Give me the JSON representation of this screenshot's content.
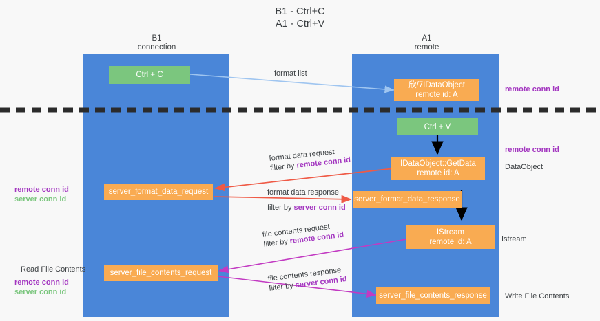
{
  "title": "B1 - Ctrl+C\nA1 - Ctrl+V",
  "columns": [
    {
      "name": "b1",
      "header": "B1\nconnection"
    },
    {
      "name": "a1",
      "header": "A1\nremote"
    }
  ],
  "nodes": {
    "ctrl_c": "Ctrl + C",
    "idataobject_top": "欣/7IDataObject\nremote id: A",
    "ctrl_v": "Ctrl + V",
    "getdata": "IDataObject::GetData\nremote id: A",
    "server_format_data_request": "server_format_data_request",
    "server_format_data_response": "server_format_data_response",
    "istream": "IStream\nremote id: A",
    "server_file_contents_request": "server_file_contents_request",
    "server_file_contents_response": "server_file_contents_response"
  },
  "edge_labels": {
    "format_list": "format list",
    "format_data_request": "format data request",
    "format_data_request_filter_prefix": "filter by ",
    "format_data_request_filter_key": "remote conn id",
    "format_data_response": "format data response",
    "format_data_response_filter_prefix": "filter by ",
    "format_data_response_filter_key": "server conn id",
    "file_contents_request": "file contents request",
    "file_contents_request_filter_prefix": "filter by ",
    "file_contents_request_filter_key": "remote conn id",
    "file_contents_response": "file contents response",
    "file_contents_response_filter_prefix": "filter by ",
    "file_contents_response_filter_key": "server conn id"
  },
  "side_labels": {
    "right_remote_conn_id_top": "remote conn id",
    "right_remote_conn_id_mid": "remote conn id",
    "right_dataobject": "DataObject",
    "right_istream": "Istream",
    "right_write_file_contents": "Write File Contents",
    "left_remote_conn_id": "remote conn id",
    "left_server_conn_id": "server conn id",
    "left_read_file_contents": "Read File Contents",
    "left_remote_conn_id_2": "remote conn id",
    "left_server_conn_id_2": "server conn id"
  },
  "colors": {
    "lane": "#4a86d8",
    "green_node": "#7bc67e",
    "orange_node": "#f9ab52",
    "purple_text": "#a336c0",
    "green_text": "#7bc67e",
    "arrow_format_list": "#9fc5f0",
    "arrow_black": "#000000",
    "arrow_red": "#ef5a46",
    "arrow_magenta": "#c23ac2",
    "background": "#f8f8f8",
    "text": "#3c4043"
  }
}
